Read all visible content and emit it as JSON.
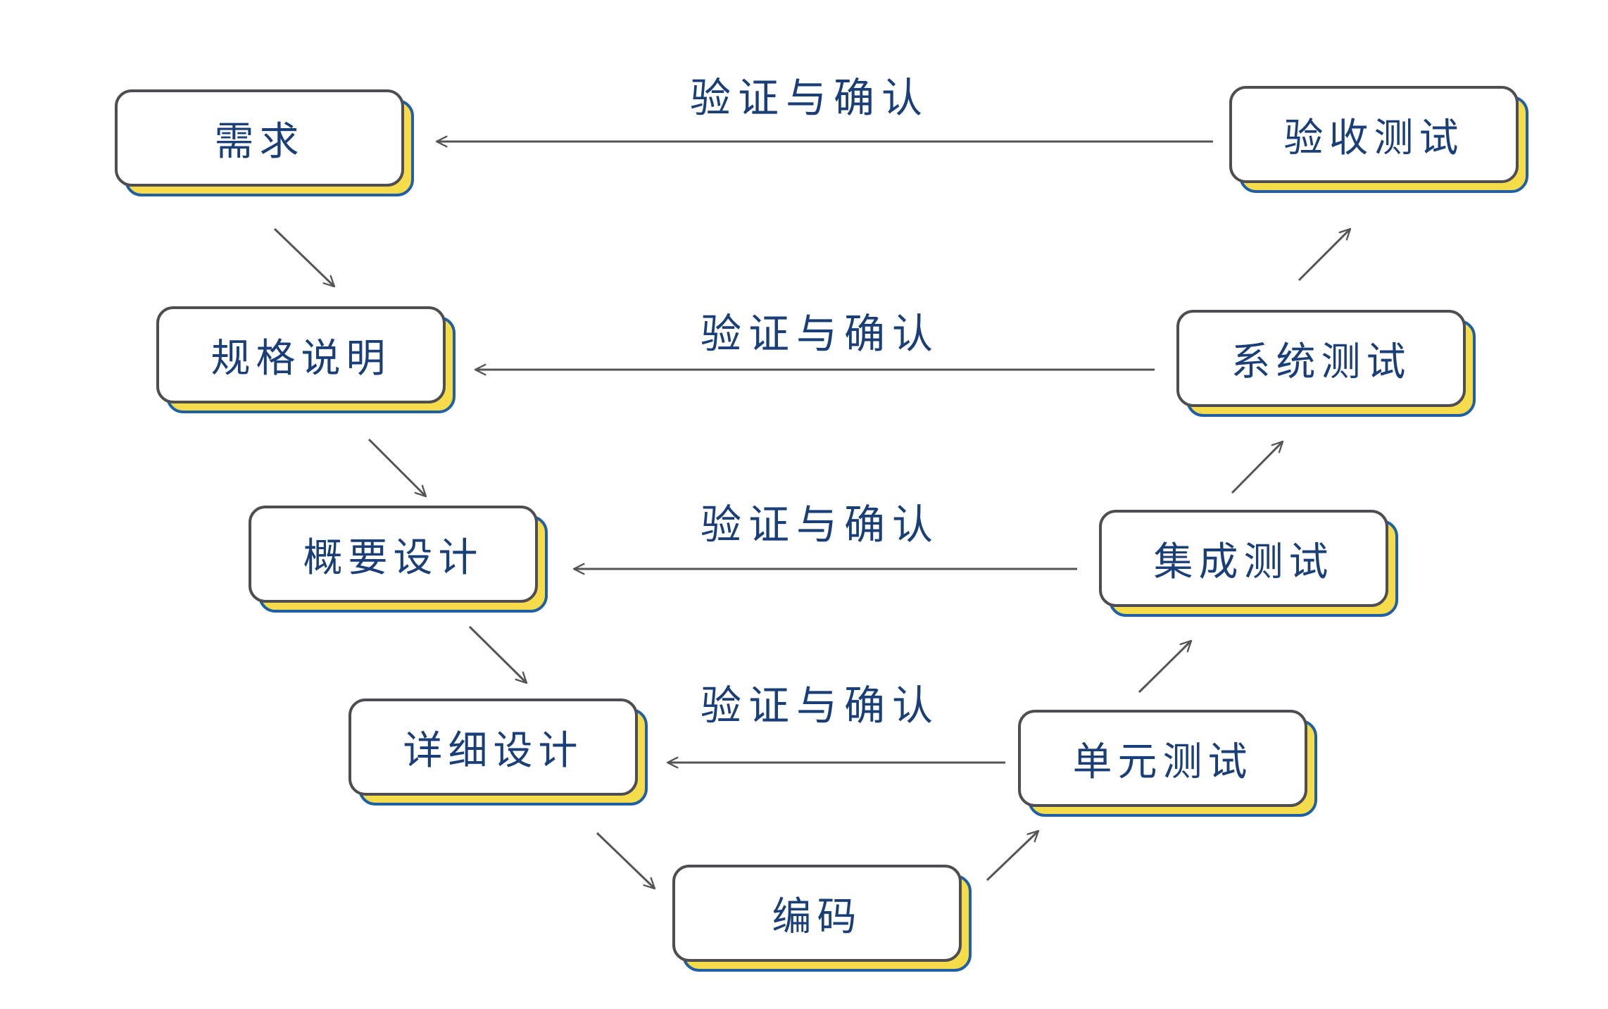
{
  "diagram": {
    "type": "V-model",
    "colors": {
      "text": "#1a3f78",
      "box_border": "#4d4d52",
      "box_fill": "#ffffff",
      "shadow_fill": "#f6dc4a",
      "shadow_border": "#1f5fa6",
      "arrow": "#555555"
    },
    "left_stages": [
      {
        "id": "requirements",
        "label": "需求"
      },
      {
        "id": "specification",
        "label": "规格说明"
      },
      {
        "id": "outline_design",
        "label": "概要设计"
      },
      {
        "id": "detailed_design",
        "label": "详细设计"
      }
    ],
    "bottom_stage": {
      "id": "coding",
      "label": "编码"
    },
    "right_stages": [
      {
        "id": "unit_test",
        "label": "单元测试"
      },
      {
        "id": "integration_test",
        "label": "集成测试"
      },
      {
        "id": "system_test",
        "label": "系统测试"
      },
      {
        "id": "acceptance_test",
        "label": "验收测试"
      }
    ],
    "verification_links": [
      {
        "from": "acceptance_test",
        "to": "requirements",
        "label": "验证与确认"
      },
      {
        "from": "system_test",
        "to": "specification",
        "label": "验证与确认"
      },
      {
        "from": "integration_test",
        "to": "outline_design",
        "label": "验证与确认"
      },
      {
        "from": "unit_test",
        "to": "detailed_design",
        "label": "验证与确认"
      }
    ]
  }
}
